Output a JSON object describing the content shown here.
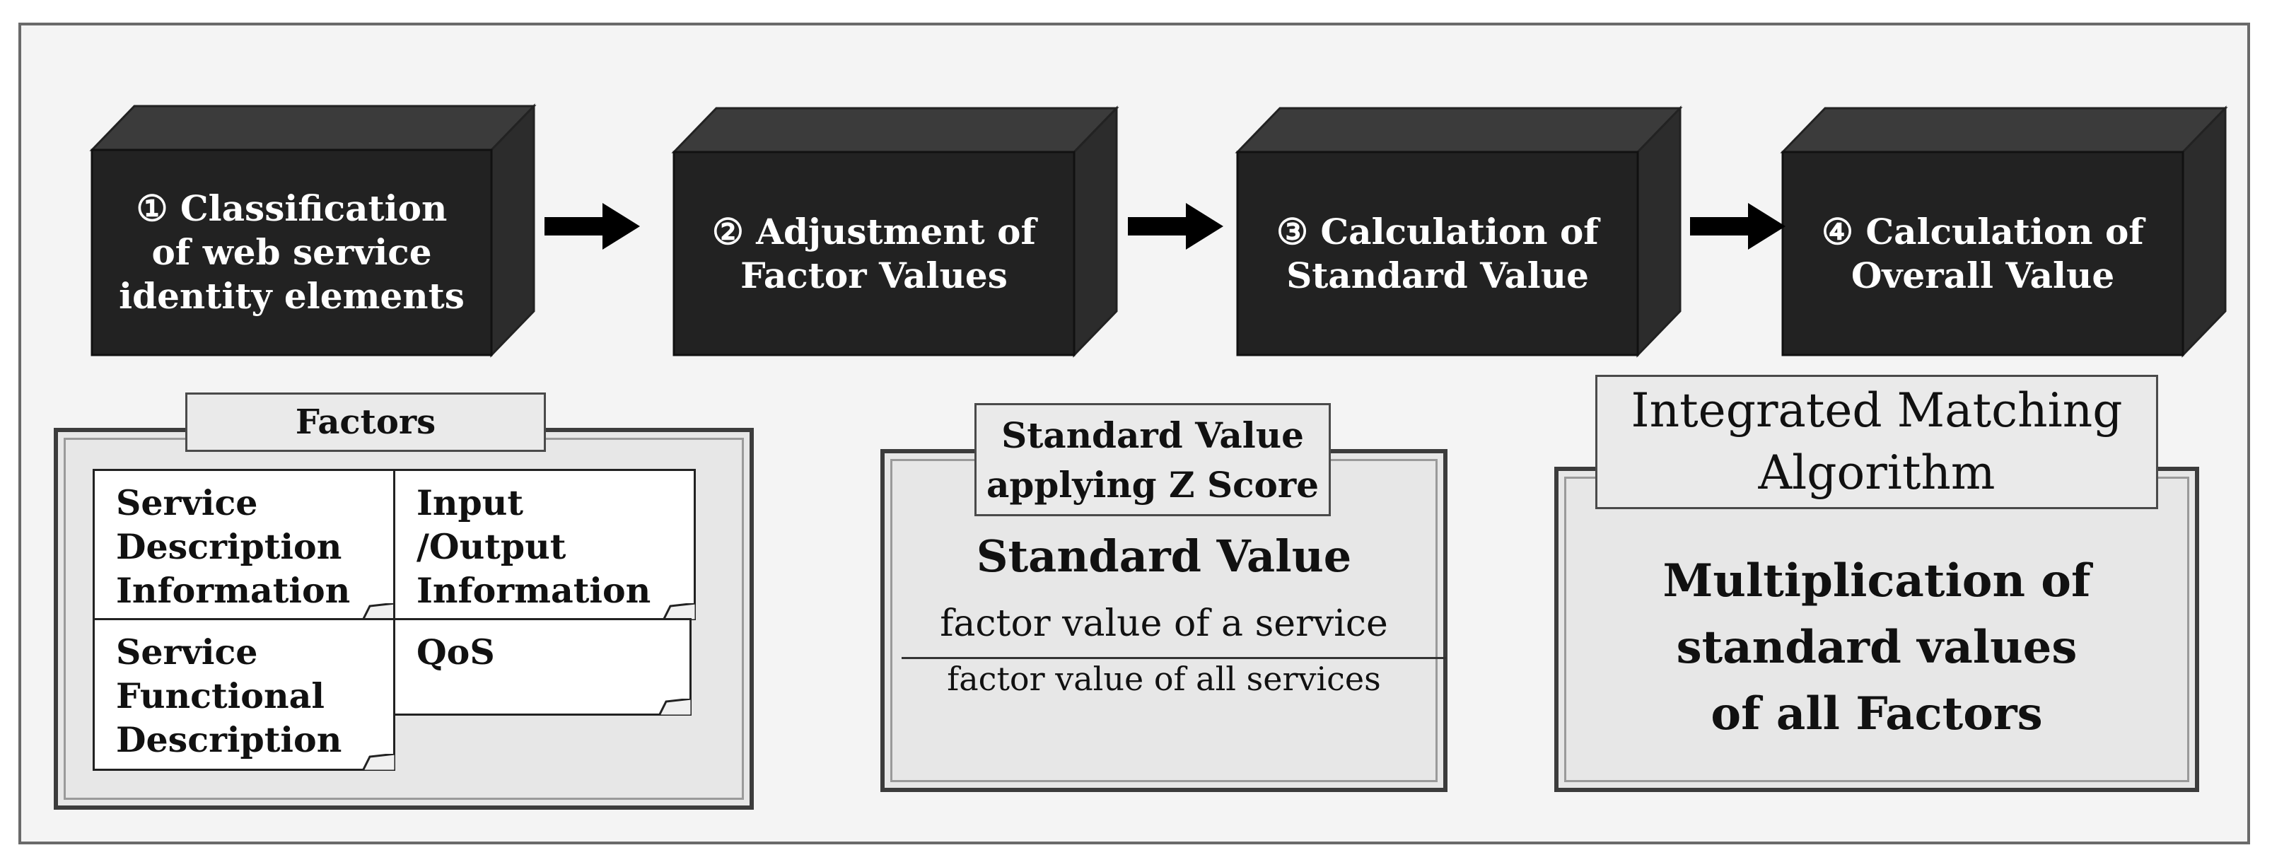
{
  "steps": [
    {
      "lines": [
        "① Classification",
        "of web service",
        "identity elements"
      ]
    },
    {
      "lines": [
        "② Adjustment of",
        "Factor Values"
      ]
    },
    {
      "lines": [
        "③ Calculation of",
        "Standard Value"
      ]
    },
    {
      "lines": [
        "④ Calculation of",
        "Overall Value"
      ]
    }
  ],
  "factors": {
    "title": "Factors",
    "items": [
      {
        "lines": [
          "Service",
          "Description",
          "Information"
        ]
      },
      {
        "lines": [
          "Input",
          "/Output",
          "Information"
        ]
      },
      {
        "lines": [
          "Service",
          "Functional",
          "Description"
        ]
      },
      {
        "lines": [
          "QoS"
        ]
      }
    ]
  },
  "standard": {
    "title_lines": [
      "Standard Value",
      "applying Z Score"
    ],
    "heading": "Standard Value",
    "numerator": "factor value of a service",
    "denominator": "factor value of all services"
  },
  "integrated": {
    "title_lines": [
      "Integrated Matching",
      "Algorithm"
    ],
    "body_lines": [
      "Multiplication of",
      "standard values",
      "of all Factors"
    ]
  },
  "colors": {
    "block_face": "#252525",
    "block_top": "#3a3a3a",
    "block_side": "#2e2e2e",
    "arrow": "#000000",
    "panel_bg": "#e7e7e7"
  }
}
